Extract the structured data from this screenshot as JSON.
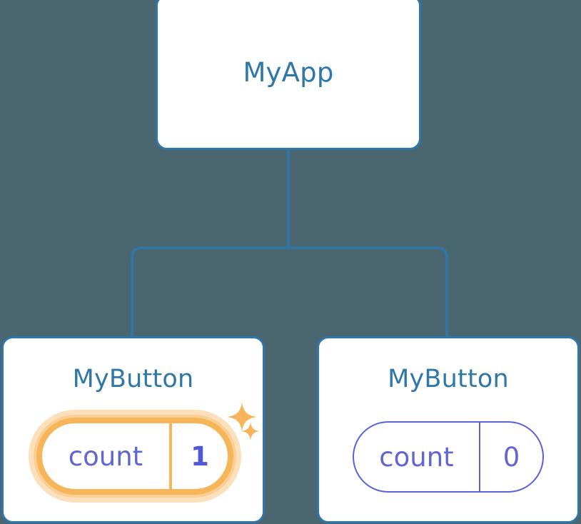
{
  "diagram": {
    "type": "component-tree",
    "background_color": "#4a6670",
    "edge_color": "#2f77a8",
    "node_border_color": "#2f77a8",
    "node_fill_color": "#ffffff",
    "title_color": "#2f77a8",
    "prop_color": "#6065d4",
    "highlight_color": "#f7b55a",
    "highlight_glow_color": "#fbe0bb"
  },
  "root": {
    "title": "MyApp"
  },
  "children": [
    {
      "title": "MyButton",
      "prop": {
        "key": "count",
        "value": "1"
      },
      "highlighted": true,
      "sparkles": [
        "sparkle-large",
        "sparkle-small"
      ]
    },
    {
      "title": "MyButton",
      "prop": {
        "key": "count",
        "value": "0"
      },
      "highlighted": false,
      "sparkles": []
    }
  ],
  "edges": [
    {
      "from": "MyApp",
      "to": "bus"
    },
    {
      "from": "bus",
      "to": "MyButton-left"
    },
    {
      "from": "bus",
      "to": "MyButton-right"
    }
  ]
}
